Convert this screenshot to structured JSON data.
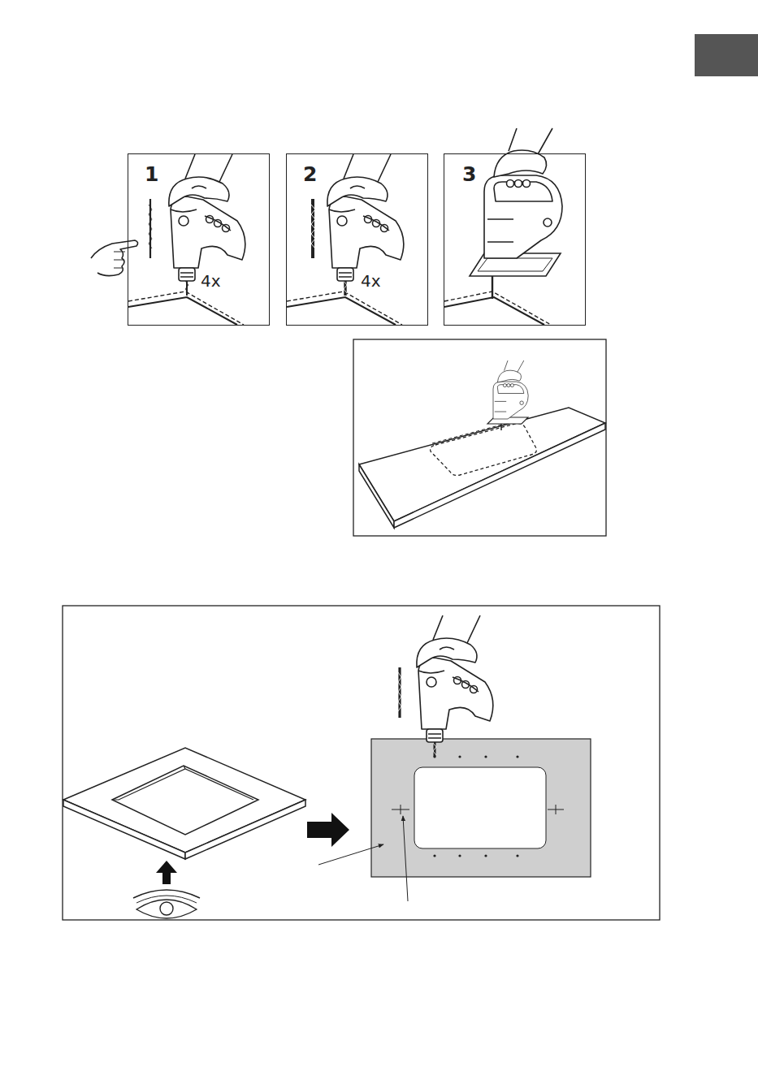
{
  "diagram": {
    "nodes": [
      {
        "text": [
          "1",
          "4x"
        ]
      },
      {
        "text": [
          "2",
          "4x"
        ]
      },
      {
        "text": [
          "3"
        ]
      }
    ]
  }
}
